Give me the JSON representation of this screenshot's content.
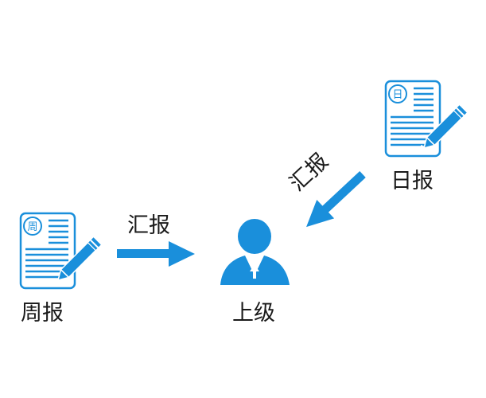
{
  "colors": {
    "accent": "#1a8fdb",
    "text": "#1a1a1a",
    "background": "#ffffff"
  },
  "nodes": {
    "daily_report": {
      "label": "日报",
      "badge": "日",
      "icon": "document-pencil-icon"
    },
    "weekly_report": {
      "label": "周报",
      "badge": "周",
      "icon": "document-pencil-icon"
    },
    "superior": {
      "label": "上级",
      "icon": "person-icon"
    }
  },
  "edges": [
    {
      "from": "weekly_report",
      "to": "superior",
      "label": "汇报"
    },
    {
      "from": "daily_report",
      "to": "superior",
      "label": "汇报"
    }
  ]
}
